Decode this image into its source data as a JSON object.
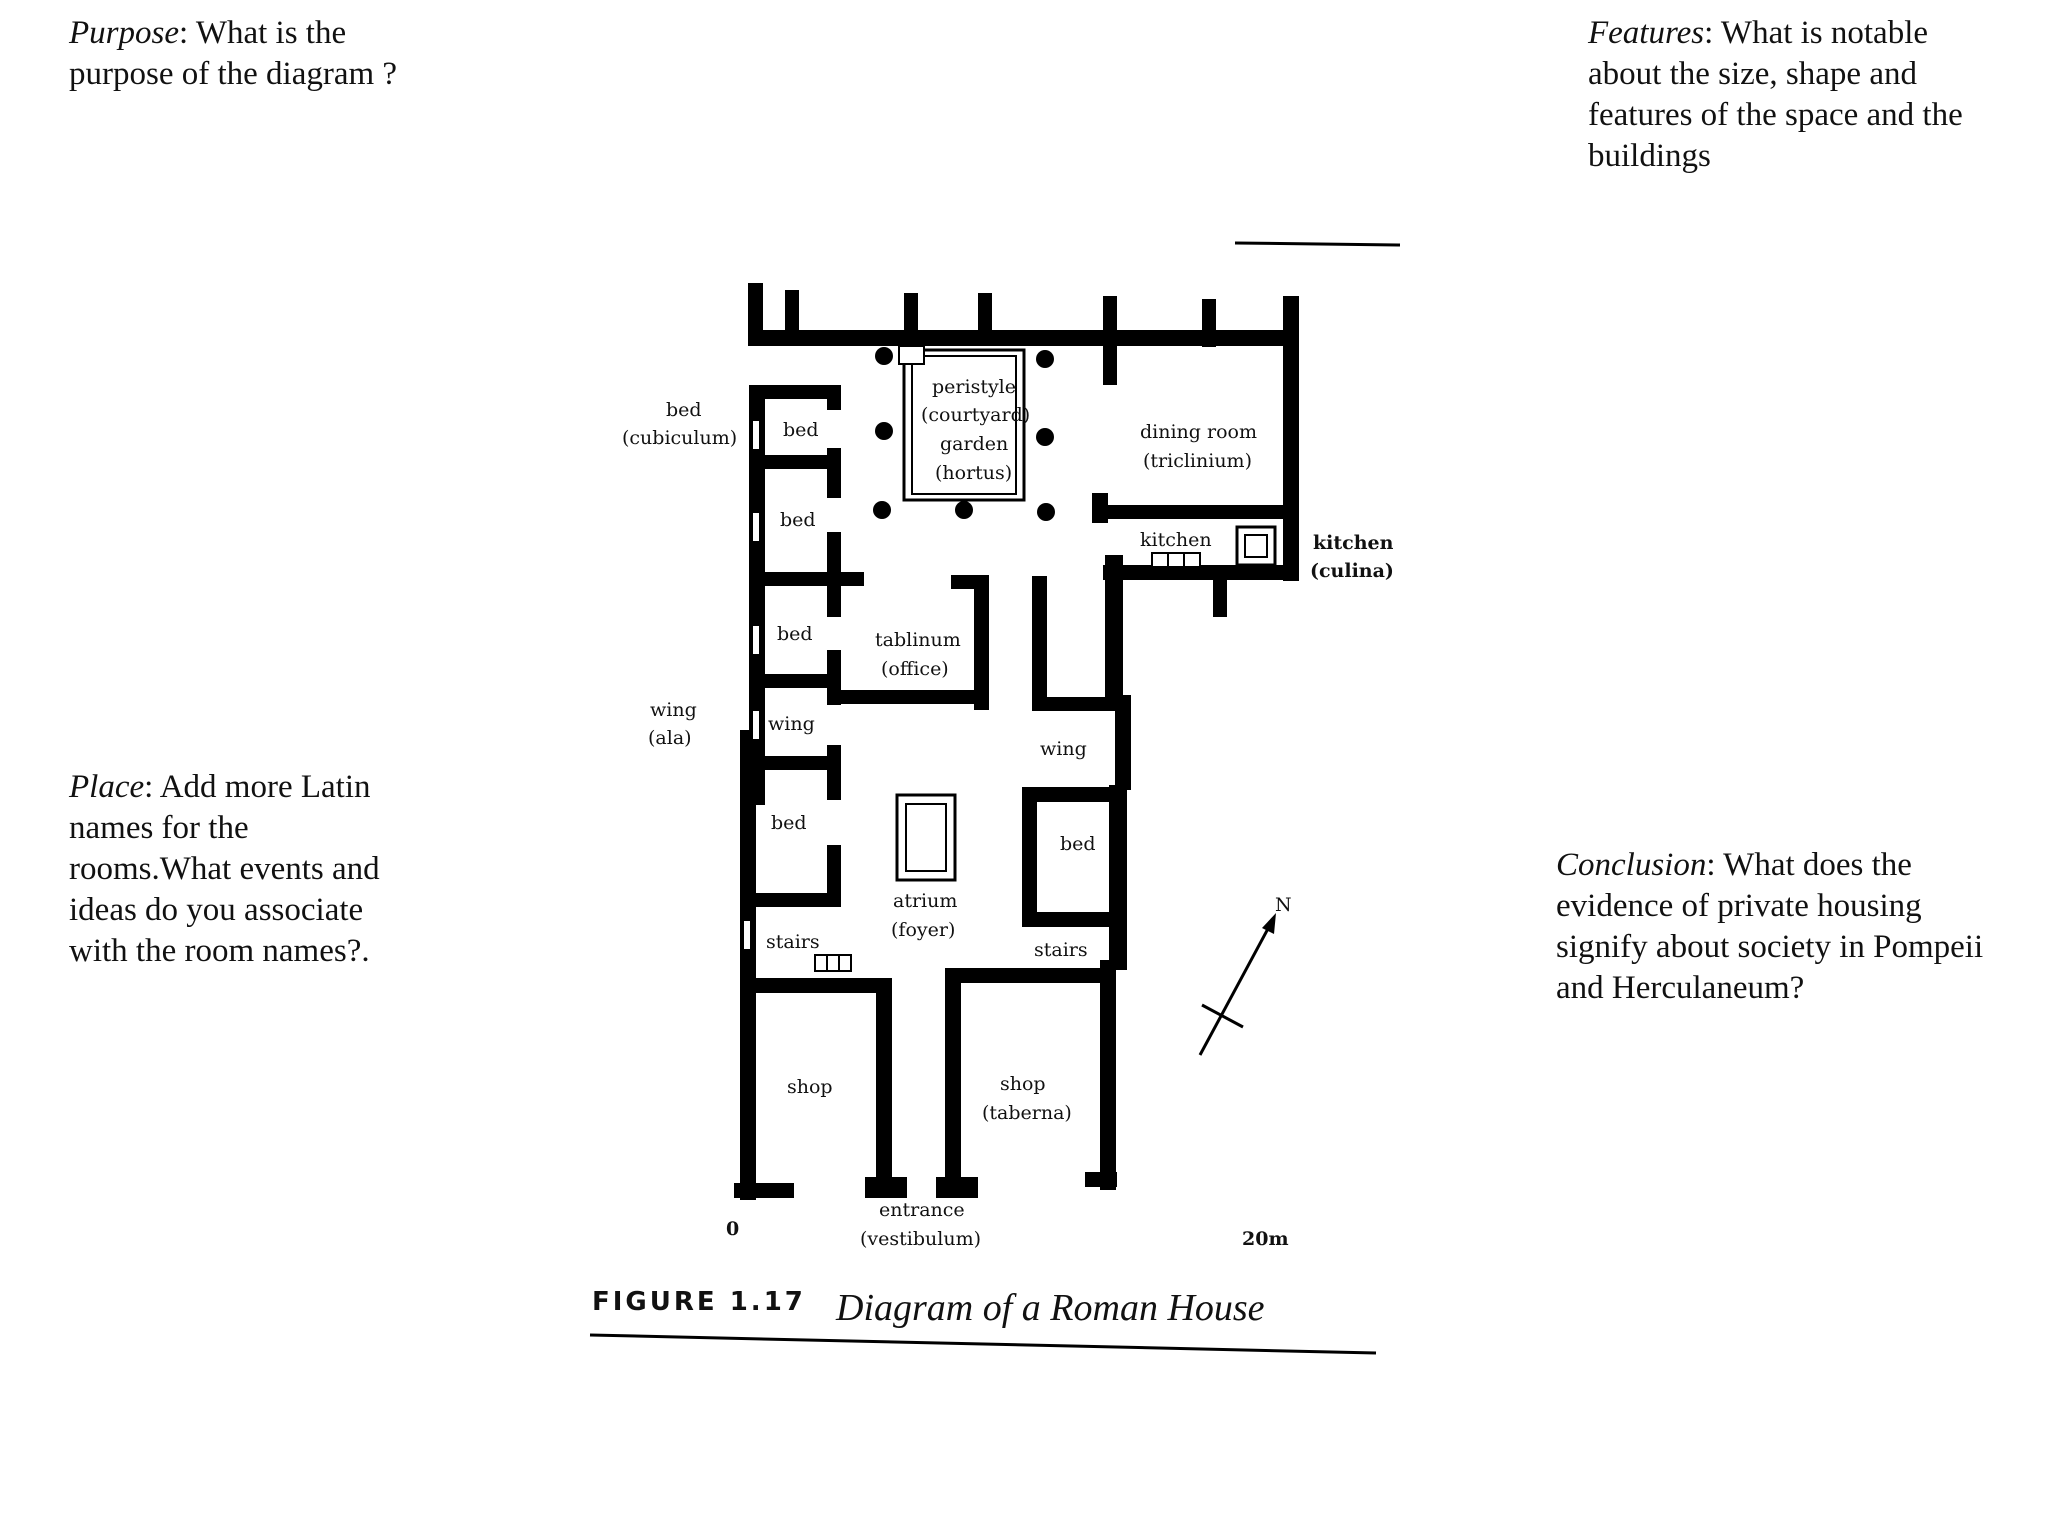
{
  "prompts": {
    "purpose": {
      "key": "Purpose",
      "text": ": What is the purpose of the diagram ?"
    },
    "features": {
      "key": "Features",
      "text": ": What is notable about the size, shape and features of the space and the buildings"
    },
    "place": {
      "key": "Place",
      "text": ": Add more Latin names for the rooms.What events and ideas do you associate with the room names?."
    },
    "conclusion": {
      "key": "Conclusion",
      "text": ": What does the evidence of private housing signify about society in Pompeii and Herculaneum?"
    }
  },
  "plan": {
    "labels": {
      "peristyle_1": "peristyle",
      "peristyle_2": "(courtyard)",
      "peristyle_3": "garden",
      "peristyle_4": "(hortus)",
      "dining_1": "dining room",
      "dining_2": "(triclinium)",
      "kitchen_inner": "kitchen",
      "kitchen_outer_1": "kitchen",
      "kitchen_outer_2": "(culina)",
      "bed_outer_1": "bed",
      "bed_outer_2": "(cubiculum)",
      "bed_1": "bed",
      "bed_2": "bed",
      "bed_3": "bed",
      "bed_4": "bed",
      "bed_right": "bed",
      "tablinum_1": "tablinum",
      "tablinum_2": "(office)",
      "wing_outer_1": "wing",
      "wing_outer_2": "(ala)",
      "wing_left": "wing",
      "wing_right": "wing",
      "atrium_1": "atrium",
      "atrium_2": "(foyer)",
      "stairs_left": "stairs",
      "stairs_right": "stairs",
      "shop_left": "shop",
      "shop_right_1": "shop",
      "shop_right_2": "(taberna)",
      "entrance_1": "entrance",
      "entrance_2": "(vestibulum)",
      "scale_start": "0",
      "scale_end": "20m",
      "north": "N"
    },
    "figure_number": "FIGURE 1.17",
    "figure_title": "Diagram of a Roman House"
  }
}
